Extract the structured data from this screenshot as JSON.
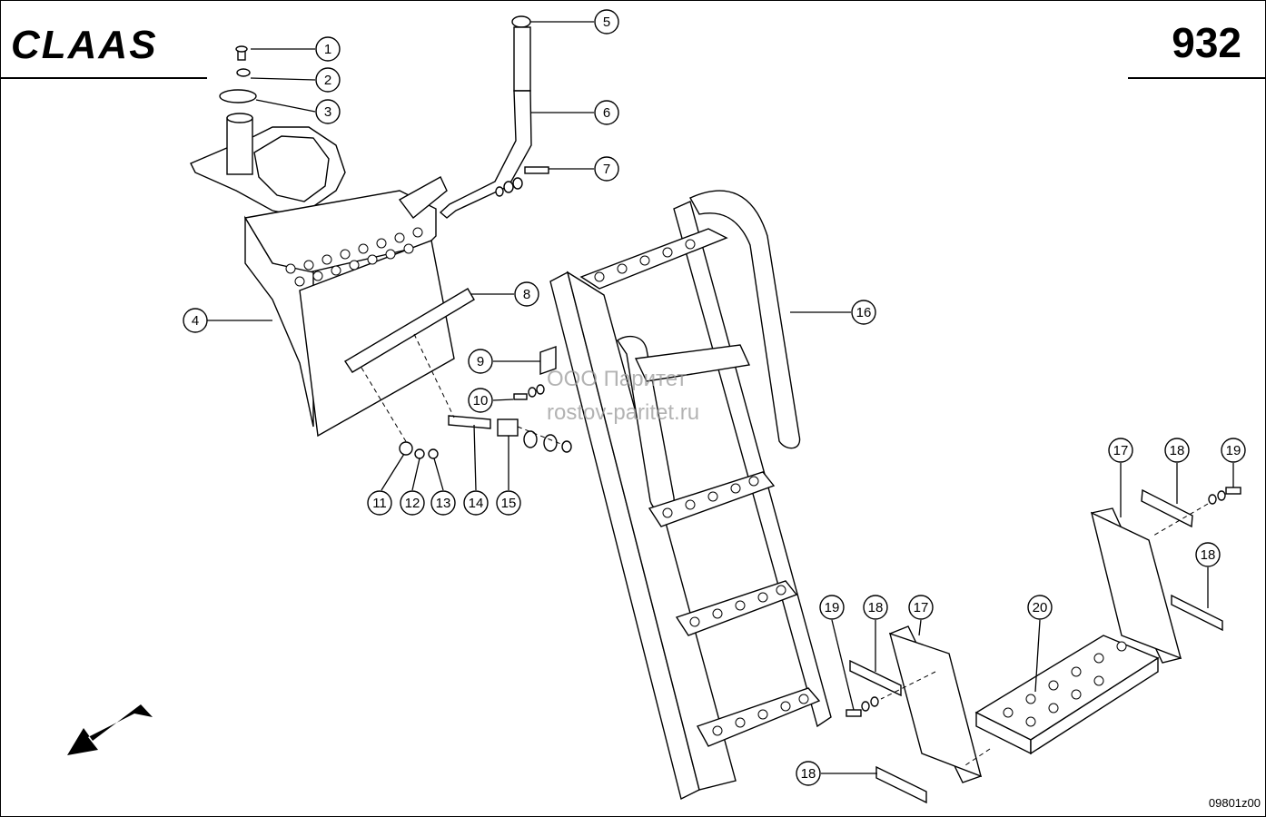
{
  "header": {
    "brand": "CLAAS",
    "page_number": "932"
  },
  "footer": {
    "drawing_code": "09801z00"
  },
  "watermark": {
    "line1": "ООО Паритет",
    "line2": "rostov-paritet.ru"
  },
  "callouts": [
    "1",
    "2",
    "3",
    "4",
    "5",
    "6",
    "7",
    "8",
    "9",
    "10",
    "11",
    "12",
    "13",
    "14",
    "15",
    "16",
    "17",
    "18",
    "19",
    "20"
  ],
  "icons": {
    "direction_arrow": "arrow-down-left-icon"
  }
}
